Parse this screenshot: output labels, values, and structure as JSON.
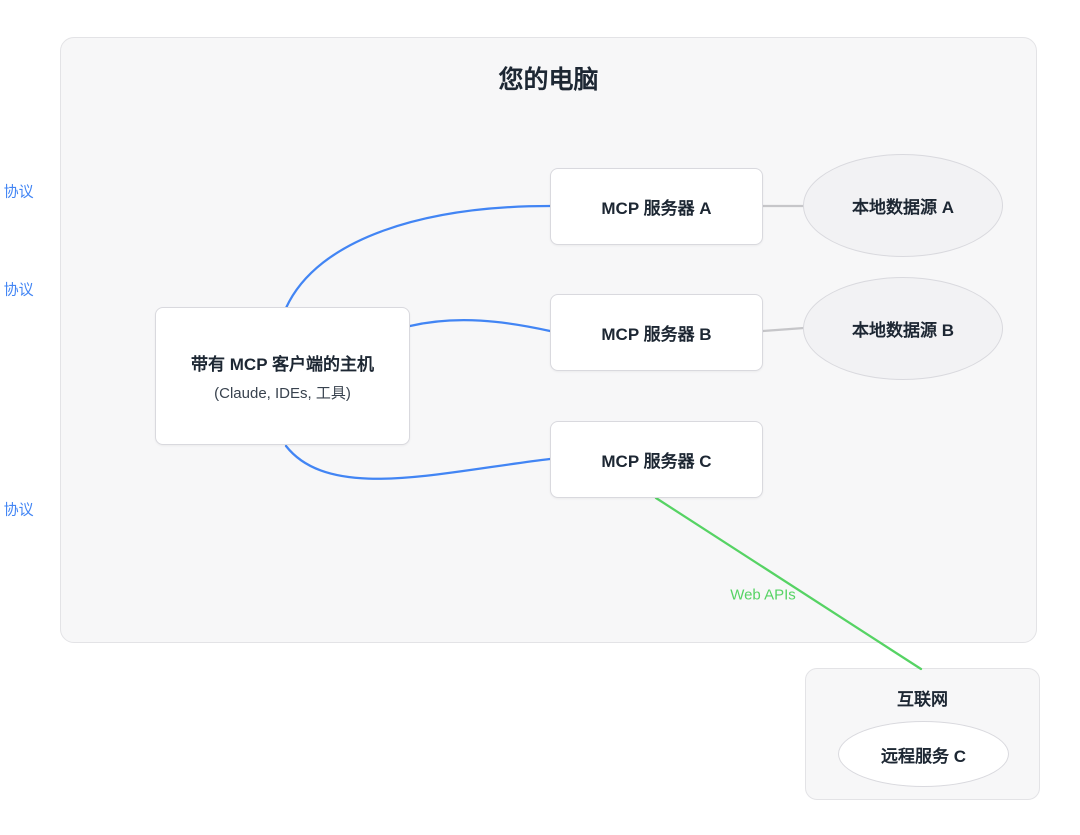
{
  "colors": {
    "accent-blue": "#4285f4",
    "accent-green": "#56d364",
    "connector-gray": "#c6c6c9",
    "container-bg": "#f7f7f8",
    "container-border": "#e3e3e6",
    "node-bg": "#ffffff",
    "node-border": "#d9d9de",
    "ellipse-bg": "#f2f2f4",
    "text-dark": "#1d2733"
  },
  "computer": {
    "title": "您的电脑",
    "host": {
      "title": "带有 MCP 客户端的主机",
      "subtitle": "(Claude, IDEs, 工具)"
    },
    "servers": [
      {
        "label": "MCP 服务器 A"
      },
      {
        "label": "MCP 服务器 B"
      },
      {
        "label": "MCP 服务器 C"
      }
    ],
    "data_sources": [
      {
        "label": "本地数据源 A"
      },
      {
        "label": "本地数据源 B"
      }
    ]
  },
  "internet": {
    "title": "互联网",
    "service": {
      "label": "远程服务 C"
    }
  },
  "edges": [
    {
      "id": "host-to-server-a",
      "label": "MCP 协议"
    },
    {
      "id": "host-to-server-b",
      "label": "MCP 协议"
    },
    {
      "id": "host-to-server-c",
      "label": "MCP 协议"
    },
    {
      "id": "server-c-to-internet",
      "label": "Web APIs"
    }
  ]
}
